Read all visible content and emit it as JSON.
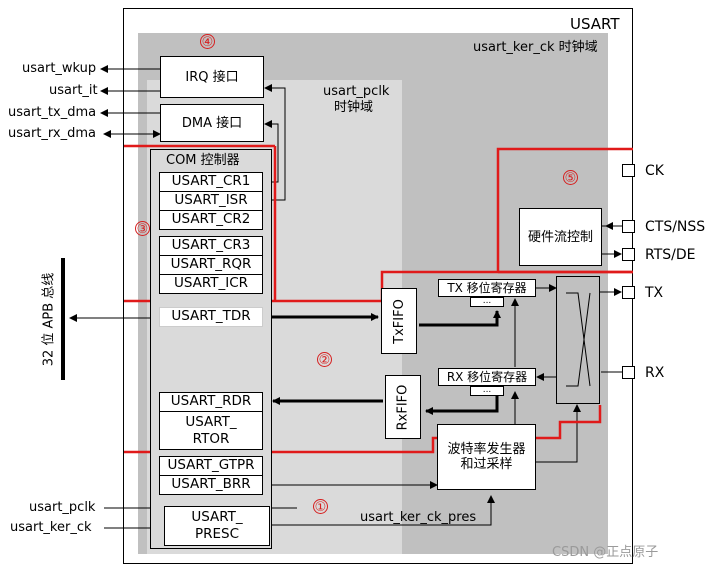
{
  "title": "USART",
  "domains": {
    "ker_ck": "usart_ker_ck  时钟域",
    "pclk_line1": "usart_pclk",
    "pclk_line2": "时钟域"
  },
  "bus_label": "32 位 APB 总线",
  "blocks": {
    "irq": "IRQ 接口",
    "dma": "DMA 接口",
    "com_ctrl": "COM 控制器",
    "txfifo": "TxFIFO",
    "rxfifo": "RxFIFO",
    "tx_shift": "TX 移位寄存器",
    "rx_shift": "RX 移位寄存器",
    "hw_flow_line1": "硬件流控制",
    "baud_line1": "波特率发生器",
    "baud_line2": "和过采样",
    "presc_line1": "USART_",
    "presc_line2": "PRESC"
  },
  "registers": {
    "cr1": "USART_CR1",
    "isr": "USART_ISR",
    "cr2": "USART_CR2",
    "cr3": "USART_CR3",
    "rqr": "USART_RQR",
    "icr": "USART_ICR",
    "tdr": "USART_TDR",
    "rdr": "USART_RDR",
    "rtor_line1": "USART_",
    "rtor_line2": "RTOR",
    "gtpr": "USART_GTPR",
    "brr": "USART_BRR"
  },
  "left_signals": {
    "wkup": "usart_wkup",
    "it": "usart_it",
    "tx_dma": "usart_tx_dma",
    "rx_dma": "usart_rx_dma",
    "pclk": "usart_pclk",
    "ker_ck": "usart_ker_ck"
  },
  "pins": {
    "ck": "CK",
    "cts": "CTS/NSS",
    "rts": "RTS/DE",
    "tx": "TX",
    "rx": "RX"
  },
  "internal_signal": "usart_ker_ck_pres",
  "fifo_dots": "...",
  "region_markers": [
    "①",
    "②",
    "③",
    "④",
    "⑤"
  ],
  "watermark": "CSDN @正点原子",
  "colors": {
    "outer_gray": "#c0c0c0",
    "inner_gray": "#dadada",
    "red_outline": "#e01a1a"
  }
}
